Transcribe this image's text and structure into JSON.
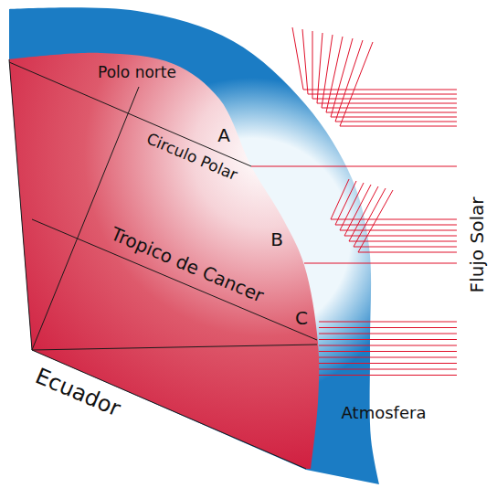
{
  "diagram": {
    "labels": [
      "Polo norte",
      "Circulo Polar",
      "A",
      "B",
      "Tropico de Cancer",
      "C",
      "Ecuador",
      "Atmosfera",
      "Flujo Solar"
    ]
  }
}
